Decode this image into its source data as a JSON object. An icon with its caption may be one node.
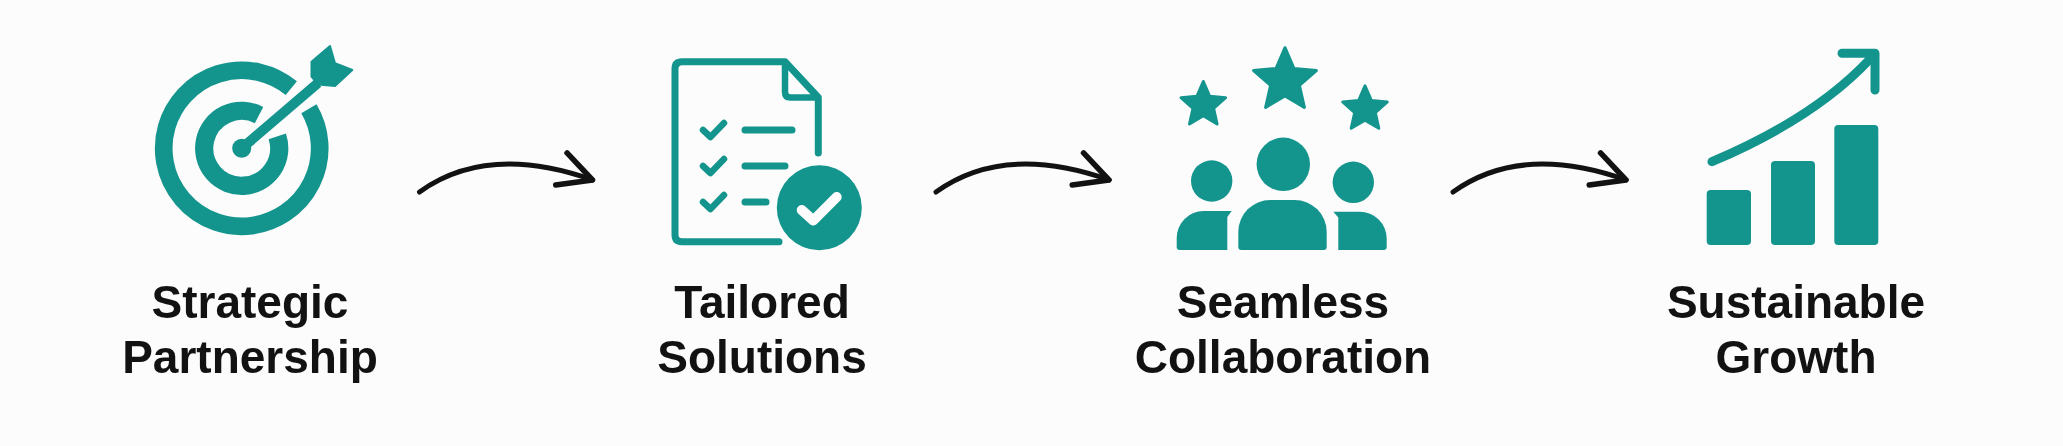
{
  "diagram": {
    "nodes": [
      {
        "text": [
          "Strategic Partnership"
        ]
      },
      {
        "text": [
          "Tailored Solutions"
        ]
      },
      {
        "text": [
          "Seamless Collaboration"
        ]
      },
      {
        "text": [
          "Sustainable Growth"
        ]
      }
    ],
    "edges": [
      {
        "from": 0,
        "to": 1,
        "arrow": "to"
      },
      {
        "from": 1,
        "to": 2,
        "arrow": "to"
      },
      {
        "from": 2,
        "to": 3,
        "arrow": "to"
      }
    ]
  }
}
